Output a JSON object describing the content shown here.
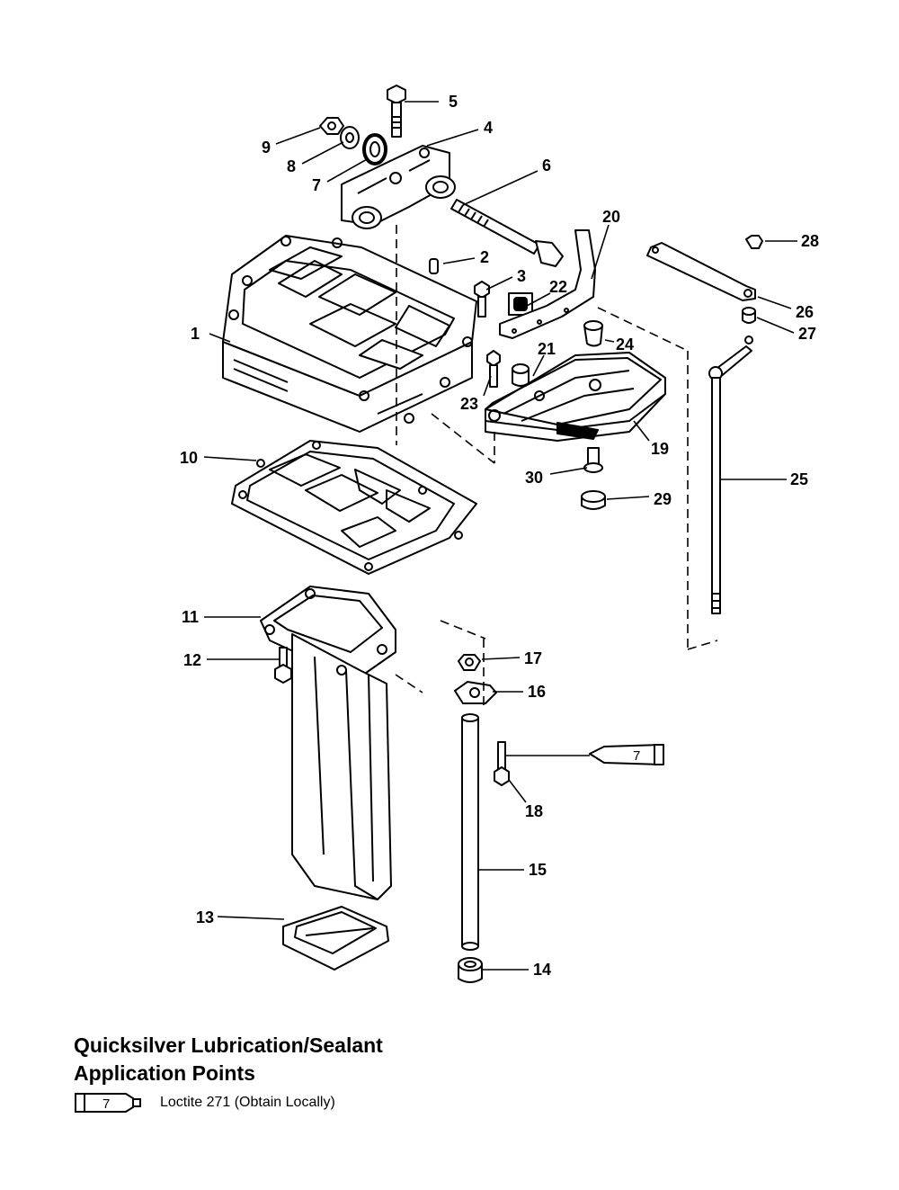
{
  "callouts": [
    {
      "num": "1",
      "label": "1"
    },
    {
      "num": "2",
      "label": "2"
    },
    {
      "num": "3",
      "label": "3"
    },
    {
      "num": "4",
      "label": "4"
    },
    {
      "num": "5",
      "label": "5"
    },
    {
      "num": "6",
      "label": "6"
    },
    {
      "num": "7",
      "label": "7"
    },
    {
      "num": "8",
      "label": "8"
    },
    {
      "num": "9",
      "label": "9"
    },
    {
      "num": "10",
      "label": "10"
    },
    {
      "num": "11",
      "label": "11"
    },
    {
      "num": "12",
      "label": "12"
    },
    {
      "num": "13",
      "label": "13"
    },
    {
      "num": "14",
      "label": "14"
    },
    {
      "num": "15",
      "label": "15"
    },
    {
      "num": "16",
      "label": "16"
    },
    {
      "num": "17",
      "label": "17"
    },
    {
      "num": "18",
      "label": "18"
    },
    {
      "num": "19",
      "label": "19"
    },
    {
      "num": "20",
      "label": "20"
    },
    {
      "num": "21",
      "label": "21"
    },
    {
      "num": "22",
      "label": "22"
    },
    {
      "num": "23",
      "label": "23"
    },
    {
      "num": "24",
      "label": "24"
    },
    {
      "num": "25",
      "label": "25"
    },
    {
      "num": "26",
      "label": "26"
    },
    {
      "num": "27",
      "label": "27"
    },
    {
      "num": "28",
      "label": "28"
    },
    {
      "num": "29",
      "label": "29"
    },
    {
      "num": "30",
      "label": "30"
    }
  ],
  "tube_callout_number": "7",
  "legend": {
    "title_line1": "Quicksilver Lubrication/Sealant",
    "title_line2": "Application Points",
    "tube_number": "7",
    "item_text": "Loctite 271 (Obtain Locally)"
  }
}
